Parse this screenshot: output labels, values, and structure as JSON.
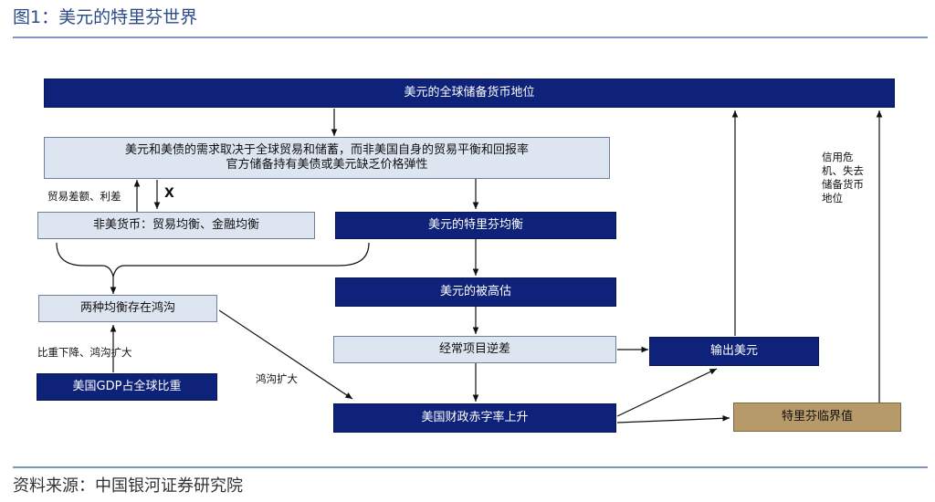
{
  "figure_title": "图1：美元的特里芬世界",
  "source": "资料来源：中国银河证券研究院",
  "boxes": {
    "reserve_status": "美元的全球储备货币地位",
    "demand_line1": "美元和美债的需求取决于全球贸易和储蓄，而非美国自身的贸易平衡和回报率",
    "demand_line2": "官方储备持有美债或美元缺乏价格弹性",
    "non_usd": "非美货币：贸易均衡、金融均衡",
    "triffin_balance": "美元的特里芬均衡",
    "two_gaps": "两种均衡存在鸿沟",
    "overvalued": "美元的被高估",
    "current_account": "经常项目逆差",
    "export_usd": "输出美元",
    "us_gdp": "美国GDP占全球比重",
    "fiscal_deficit": "美国财政赤字率上升",
    "triffin_threshold": "特里芬临界值"
  },
  "labels": {
    "trade_diff": "贸易差额、利差",
    "x_mark": "X",
    "share_down": "比重下降、鸿沟扩大",
    "gap_widen": "鸿沟扩大",
    "credit_crisis_1": "信用危",
    "credit_crisis_2": "机、失去",
    "credit_crisis_3": "储备货币",
    "credit_crisis_4": "地位"
  }
}
